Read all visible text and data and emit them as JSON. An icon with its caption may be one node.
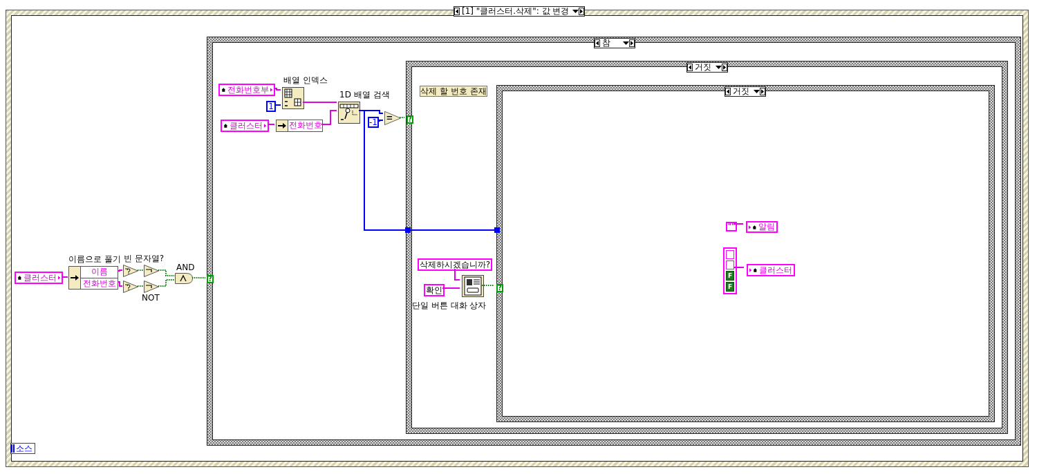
{
  "diagram": {
    "nodes": [
      {
        "text": [
          "[1] \"클러스터.삭제\": 값 변경"
        ]
      },
      {
        "text": [
          "소스"
        ],
        "in": 0
      },
      {
        "text": [
          "클러스터"
        ],
        "in": 0
      },
      {
        "text": [
          "이름",
          "전화번호"
        ],
        "beside": [
          "이름으로 풀기"
        ],
        "in": 0
      },
      {
        "text": [],
        "shape": "triangle",
        "beside": [
          "빈 문자열?"
        ],
        "in": 0
      },
      {
        "text": [],
        "shape": "triangle",
        "in": 0
      },
      {
        "text": [],
        "shape": "triangle",
        "in": 0
      },
      {
        "text": [],
        "shape": "triangle",
        "beside": [
          "NOT"
        ],
        "in": 0
      },
      {
        "text": [],
        "shape": "gate",
        "beside": [
          "AND"
        ],
        "in": 0
      },
      {
        "text": [
          "?"
        ],
        "in": 10
      },
      {
        "text": [
          "참"
        ],
        "in": 0
      },
      {
        "text": [
          "전화번호부"
        ],
        "in": 10
      },
      {
        "text": [],
        "shape": "box",
        "beside": [
          "배열 인덱스"
        ],
        "in": 10
      },
      {
        "text": [
          "1"
        ],
        "in": 10
      },
      {
        "text": [
          "클러스터"
        ],
        "in": 10
      },
      {
        "text": [
          "전화번호"
        ],
        "in": 10
      },
      {
        "text": [],
        "shape": "box",
        "beside": [
          "1D 배열 검색"
        ],
        "in": 10
      },
      {
        "text": [
          "-1"
        ],
        "in": 10
      },
      {
        "text": [],
        "shape": "triangle",
        "in": 10
      },
      {
        "text": [
          "?"
        ],
        "in": 20
      },
      {
        "text": [
          "거짓"
        ],
        "in": 10
      },
      {
        "text": [
          "삭제 할 번호 존재"
        ],
        "in": 20
      },
      {
        "text": [
          "삭제하시겠습니까?"
        ],
        "in": 20
      },
      {
        "text": [
          "확인"
        ],
        "in": 20
      },
      {
        "text": [],
        "shape": "box",
        "beside": [
          "단일 버튼 대화 상자"
        ],
        "in": 20
      },
      {
        "text": [
          "?"
        ],
        "in": 26
      },
      {
        "text": [
          "거짓"
        ],
        "in": 20
      },
      {
        "text": [
          "\"\""
        ],
        "in": 26
      },
      {
        "text": [
          "알림"
        ],
        "in": 26
      },
      {
        "text": [
          "F",
          "F"
        ],
        "in": 26
      },
      {
        "text": [
          "클러스터"
        ],
        "in": 26
      }
    ],
    "edges": [
      {
        "from": 2,
        "to": 3,
        "arrow": "none"
      },
      {
        "from": 3,
        "to": 4,
        "arrow": "none"
      },
      {
        "from": 3,
        "to": 5,
        "arrow": "none"
      },
      {
        "from": 4,
        "to": 6,
        "arrow": "none",
        "style": "dashed",
        "color": "#008000"
      },
      {
        "from": 5,
        "to": 7,
        "arrow": "none",
        "style": "dashed",
        "color": "#008000"
      },
      {
        "from": 6,
        "to": 8,
        "arrow": "none",
        "style": "dashed",
        "color": "#008000"
      },
      {
        "from": 7,
        "to": 8,
        "arrow": "none",
        "style": "dashed",
        "color": "#008000"
      },
      {
        "from": 8,
        "to": 9,
        "arrow": "none",
        "style": "dashed",
        "color": "#008000"
      },
      {
        "from": 11,
        "to": 12,
        "arrow": "none"
      },
      {
        "from": 13,
        "to": 12,
        "arrow": "none",
        "color": "#0000ff"
      },
      {
        "from": 14,
        "to": 15,
        "arrow": "none"
      },
      {
        "from": 12,
        "to": 16,
        "arrow": "none"
      },
      {
        "from": 15,
        "to": 16,
        "arrow": "none"
      },
      {
        "from": 16,
        "to": 18,
        "arrow": "none",
        "color": "#0000ff"
      },
      {
        "from": 17,
        "to": 18,
        "arrow": "none",
        "color": "#0000ff"
      },
      {
        "from": 18,
        "to": 19,
        "arrow": "none",
        "style": "dashed",
        "color": "#008000"
      },
      {
        "from": 16,
        "to": 26,
        "arrow": "other",
        "color": "#0000ff"
      },
      {
        "from": 22,
        "to": 24,
        "arrow": "none"
      },
      {
        "from": 23,
        "to": 24,
        "arrow": "none"
      },
      {
        "from": 24,
        "to": 25,
        "arrow": "none",
        "style": "dashed",
        "color": "#008000"
      },
      {
        "from": 27,
        "to": 28,
        "arrow": "none"
      },
      {
        "from": 29,
        "to": 30,
        "arrow": "none"
      }
    ]
  }
}
